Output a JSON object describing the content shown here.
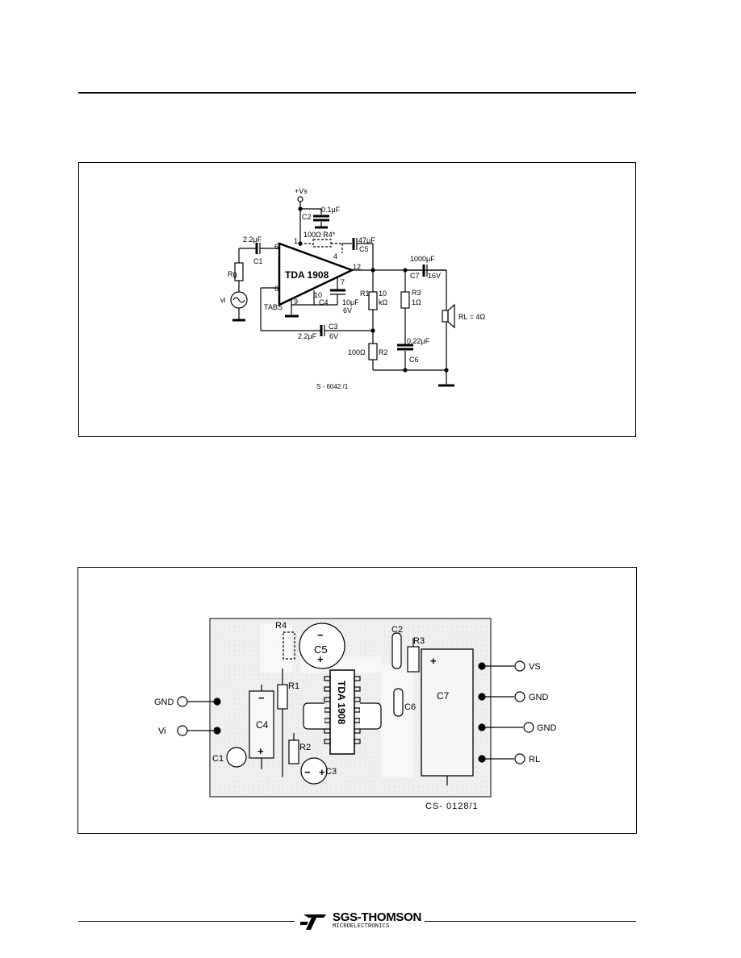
{
  "schematic": {
    "supply_label": "+Vs",
    "c2_label": "C2",
    "c2_value": "0.1μF",
    "r4_label": "100Ω R4*",
    "c5_value": "47μF",
    "c5_label": "C5",
    "c1_value": "2.2μF",
    "c1_label": "C1",
    "ic_label": "TDA 1908",
    "pin_1": "1",
    "pin_4": "4",
    "pin_6a": "6",
    "pin_6b": "6",
    "pin_7": "7",
    "pin_9": "9",
    "pin_10": "10",
    "pin_12": "12",
    "rg_label": "Rg",
    "vi_label": "vi",
    "tabs_label": "TABS",
    "c4_label": "C4",
    "c4_value": "10μF",
    "c4_voltage": "6V",
    "r1_label": "R1",
    "r1_value_1": "10",
    "r1_value_2": "kΩ",
    "r3_label": "R3",
    "r3_value": "1Ω",
    "c7_value": "1000μF",
    "c7_label": "C7",
    "c7_voltage": "16V",
    "rl_label": "RL = 4Ω",
    "c3_label": "C3",
    "c3_value": "2.2μF",
    "c3_voltage": "6V",
    "r2_value": "100Ω",
    "r2_label": "R2",
    "c6_value": "0.22μF",
    "c6_label": "C6",
    "code": "S - 6042 /1"
  },
  "pcb": {
    "r4_label": "R4",
    "c5_label": "C5",
    "c2_label": "C2",
    "r3_label": "R3",
    "r1_label": "R1",
    "ic_label": "TDA 1908",
    "c6_label": "C6",
    "c7_label": "C7",
    "c4_label": "C4",
    "c1_label": "C1",
    "r2_label": "R2",
    "c3_label": "C3",
    "left_terminals": [
      "GND",
      "Vi"
    ],
    "right_terminals": [
      "VS",
      "GND",
      "GND",
      "RL"
    ],
    "code": "CS- 0128/1"
  },
  "footer": {
    "brand": "SGS-THOMSON",
    "sub": "MICROELECTRONICS"
  }
}
